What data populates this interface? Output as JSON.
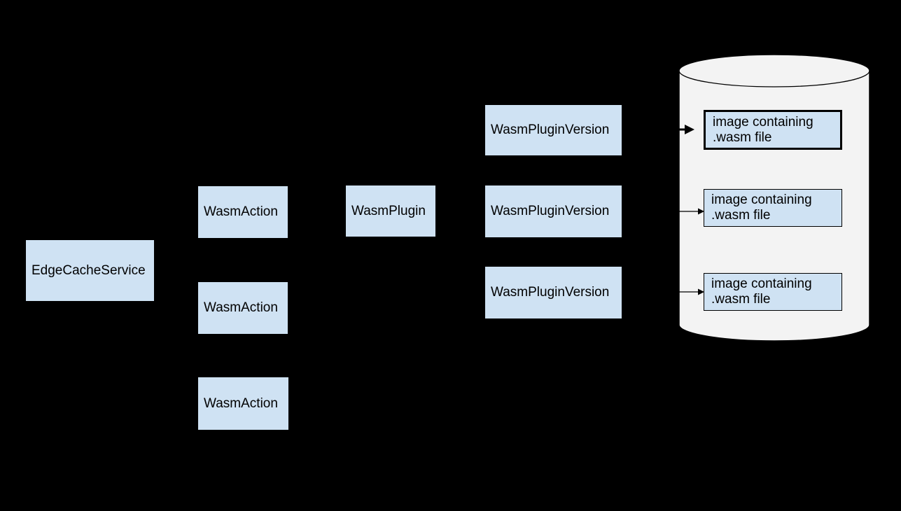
{
  "colors": {
    "background": "#000000",
    "node_fill": "#cfe2f3",
    "cylinder_fill": "#f3f3f3",
    "line": "#000000",
    "text": "#000000"
  },
  "nodes": {
    "edge_cache_service": {
      "label": "EdgeCacheService"
    },
    "wasm_actions": [
      {
        "label": "WasmAction"
      },
      {
        "label": "WasmAction"
      },
      {
        "label": "WasmAction"
      }
    ],
    "wasm_plugin": {
      "label": "WasmPlugin"
    },
    "wasm_plugin_versions": [
      {
        "label": "WasmPluginVersion"
      },
      {
        "label": "WasmPluginVersion"
      },
      {
        "label": "WasmPluginVersion"
      }
    ],
    "registry": {
      "shape": "cylinder",
      "images": [
        {
          "label": "image containing .wasm file",
          "emphasized": true
        },
        {
          "label": "image containing .wasm file",
          "emphasized": false
        },
        {
          "label": "image containing .wasm file",
          "emphasized": false
        }
      ]
    }
  },
  "connections": [
    {
      "from": "WasmPluginVersion 1",
      "to": "image containing .wasm file 1",
      "style": "thick-arrow"
    },
    {
      "from": "WasmPluginVersion 2",
      "to": "image containing .wasm file 2",
      "style": "thin-arrow"
    },
    {
      "from": "WasmPluginVersion 3",
      "to": "image containing .wasm file 3",
      "style": "thin-arrow"
    }
  ]
}
